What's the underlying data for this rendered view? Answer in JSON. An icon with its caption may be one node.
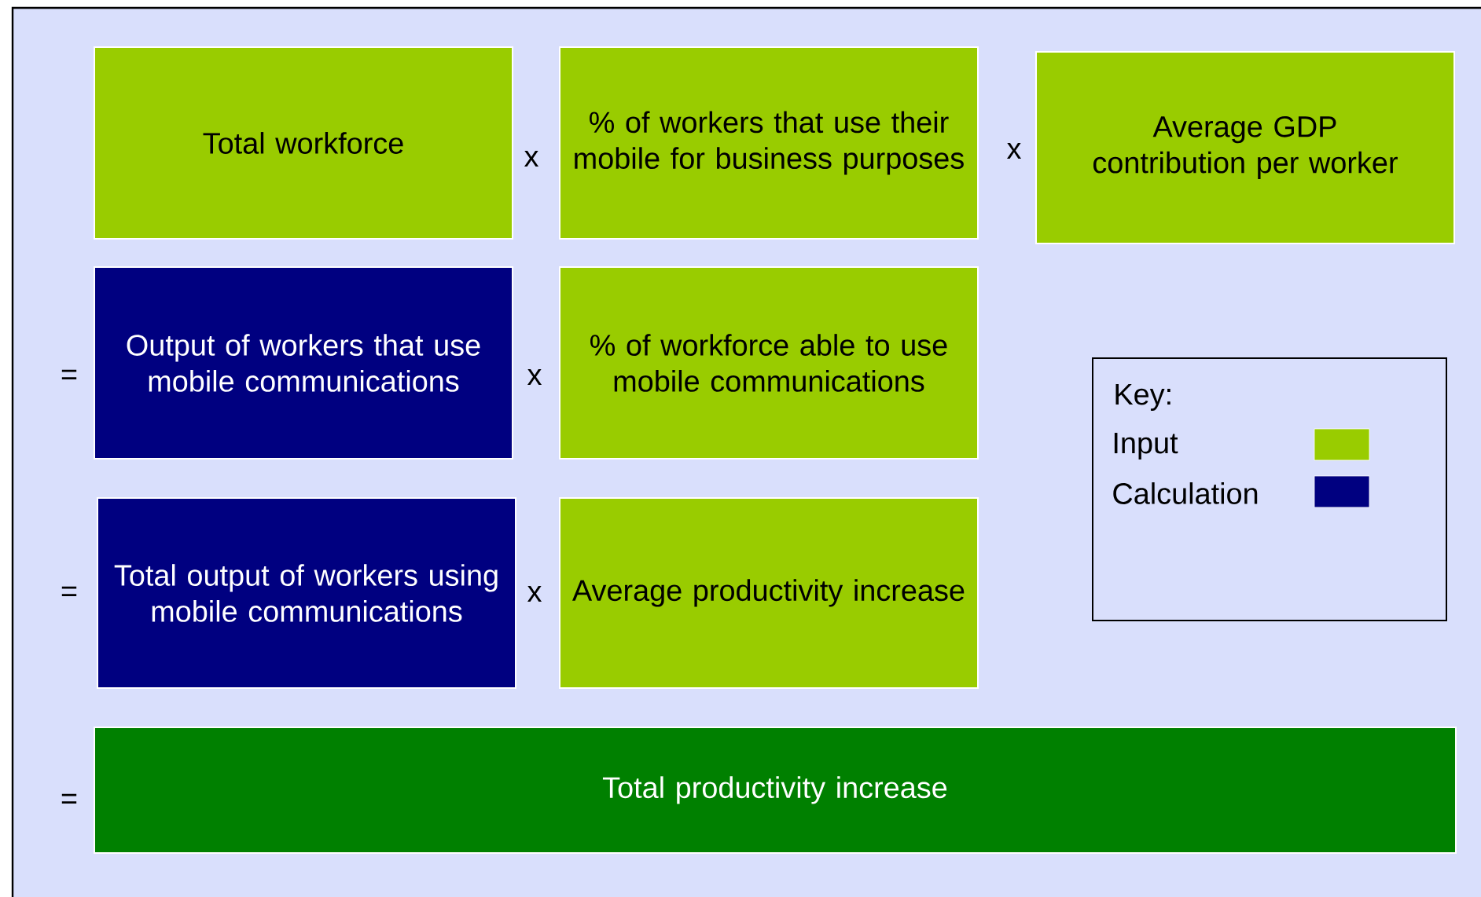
{
  "diagram": {
    "nodes": [
      {
        "text": [
          "Total workforce"
        ]
      },
      {
        "text": [
          "% of workers that use their mobile for business purposes"
        ]
      },
      {
        "text": [
          "Average GDP contribution per worker"
        ]
      },
      {
        "text": [
          "Output of workers that use mobile communications"
        ]
      },
      {
        "text": [
          "% of workforce able to use mobile communications"
        ]
      },
      {
        "text": [
          "Total output of workers using mobile communications"
        ]
      },
      {
        "text": [
          "Average productivity increase"
        ]
      },
      {
        "text": [
          "Total productivity increase"
        ]
      }
    ],
    "labels": [
      "x",
      "x",
      "=",
      "x",
      "Key:",
      "=",
      "x",
      "="
    ],
    "legend": [
      {
        "text": "Input",
        "color": "#99cc00"
      },
      {
        "text": "Calculation",
        "color": "#000080"
      }
    ]
  }
}
